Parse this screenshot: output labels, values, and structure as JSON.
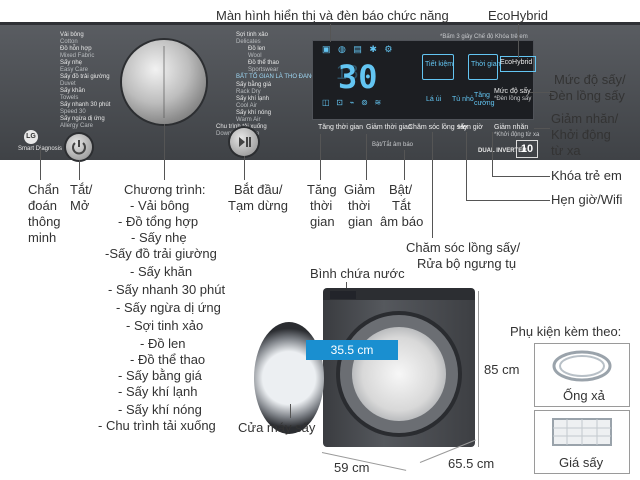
{
  "panel": {
    "programs_left": [
      {
        "vi": "Vải bông",
        "en": "Cotton"
      },
      {
        "vi": "Đồ hỗn hợp",
        "en": "Mixed Fabric"
      },
      {
        "vi": "Sấy nhẹ",
        "en": "Easy Care"
      },
      {
        "vi": "Sấy đồ trải giường",
        "en": "Duvet"
      },
      {
        "vi": "Sấy khăn",
        "en": "Towels"
      },
      {
        "vi": "Sấy nhanh 30 phút",
        "en": "Speed 30"
      },
      {
        "vi": "Sấy ngừa dị ứng",
        "en": "Allergy Care"
      }
    ],
    "programs_right": [
      {
        "vi": "Sợi tinh xảo",
        "en": "Delicates"
      },
      {
        "vi": "Đồ len",
        "en": "Wool"
      },
      {
        "vi": "Đồ thể thao",
        "en": "Sportswear"
      },
      {
        "vi": "Sấy bằng giá",
        "en": "Rack Dry"
      },
      {
        "vi": "Sấy khí lạnh",
        "en": "Cool Air"
      },
      {
        "vi": "Sấy khí nóng",
        "en": "Warm Air"
      },
      {
        "vi": "Chu trình tải xuống",
        "en": "Download Cycle"
      }
    ],
    "knob_top_note": "BẤT TỔ GIAN LÀ THO ĐANG",
    "display_top_note": "*Bấm 3 giây Chế độ Khóa trẻ em",
    "time_digits": "30",
    "status_labels": [
      "Tiết kiệm",
      "Thời gian",
      "Lá ủi",
      "Tủ nhỏ",
      "Tăng cường"
    ],
    "ecohybrid": "EcoHybrid",
    "dry_level": "Mức độ sấy",
    "dry_level_sub": "*Đèn lồng sấy",
    "panel_buttons": [
      "Tăng thời gian",
      "Giảm thời gian",
      "Bật/Tắt âm báo",
      "Chăm sóc lồng sấy",
      "Hẹn giờ",
      "Giảm nhăn"
    ],
    "panel_button_sub": "*Khởi động từ xa",
    "dual_inverter": "DUAL INVERTER",
    "warranty_badge": "10",
    "smart_diag": "Smart Diagnosis"
  },
  "annotations": {
    "display": "Màn hình hiển thị và đèn báo chức năng",
    "ecohybrid": "EcoHybrid",
    "dry_level": [
      "Mức độ sấy/",
      "Đèn lồng sấy"
    ],
    "wrinkle": [
      "Giảm nhăn/",
      "Khởi động",
      "từ xa"
    ],
    "child_lock": "Khóa trẻ em",
    "timer_wifi": "Hẹn giờ/Wifi",
    "care": [
      "Chăm sóc lồng sấy/",
      "Rửa bộ ngưng tụ"
    ],
    "diagnosis": [
      "Chẩn",
      "đoán",
      "thông",
      "minh"
    ],
    "power": [
      "Tắt/",
      "Mở"
    ],
    "program_title": "Chương trình:",
    "programs": [
      "- Vải bông",
      "- Đồ tổng hợp",
      "- Sấy nhẹ",
      "-Sấy đồ trải giường",
      "- Sấy khăn",
      "- Sấy nhanh 30 phút",
      "- Sấy ngừa dị ứng",
      "- Sợi tinh xảo",
      "- Đồ len",
      "- Đồ thể thao",
      "- Sấy bằng giá",
      "- Sấy khí lạnh",
      "- Sấy khí nóng",
      "- Chu trình tải xuống"
    ],
    "start": [
      "Bắt đầu/",
      "Tạm dừng"
    ],
    "time_up": [
      "Tăng",
      "thời",
      "gian"
    ],
    "time_down": [
      "Giảm",
      "thời",
      "gian"
    ],
    "sound": [
      "Bật/",
      "Tắt",
      "âm báo"
    ]
  },
  "machine": {
    "water_tank": "Bình chứa nước",
    "door_label": "Cửa máy sấy",
    "door_diameter": "35.5 cm",
    "height": "85 cm",
    "width": "59 cm",
    "depth": "65.5 cm"
  },
  "accessories": {
    "title": "Phụ kiện kèm theo:",
    "hose": "Ống xả",
    "rack": "Giá sấy"
  }
}
